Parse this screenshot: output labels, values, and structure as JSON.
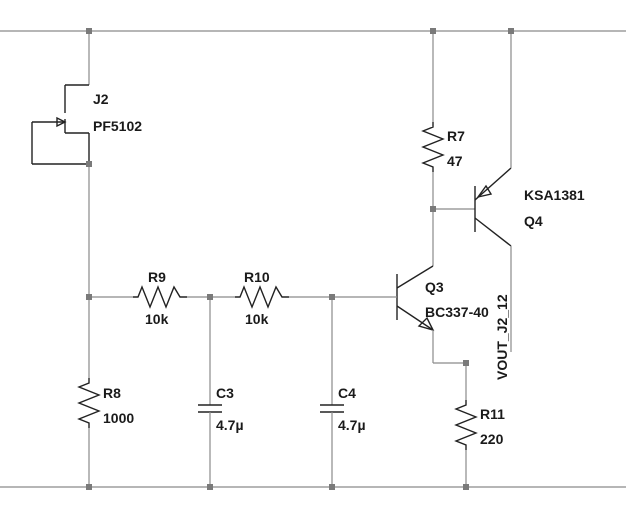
{
  "components": {
    "j2": {
      "ref": "J2",
      "value": "PF5102"
    },
    "r7": {
      "ref": "R7",
      "value": "47"
    },
    "q4": {
      "ref": "Q4",
      "value": "KSA1381"
    },
    "q3": {
      "ref": "Q3",
      "value": "BC337-40"
    },
    "r9": {
      "ref": "R9",
      "value": "10k"
    },
    "r10": {
      "ref": "R10",
      "value": "10k"
    },
    "r8": {
      "ref": "R8",
      "value": "1000"
    },
    "c3": {
      "ref": "C3",
      "value": "4.7µ"
    },
    "c4": {
      "ref": "C4",
      "value": "4.7µ"
    },
    "r11": {
      "ref": "R11",
      "value": "220"
    }
  },
  "net_labels": {
    "vout": "VOUT_J2_12"
  },
  "colors": {
    "wire": "#8a8a8a",
    "part": "#222222",
    "node": "#7a7a7a",
    "text": "#1a1a1a"
  }
}
